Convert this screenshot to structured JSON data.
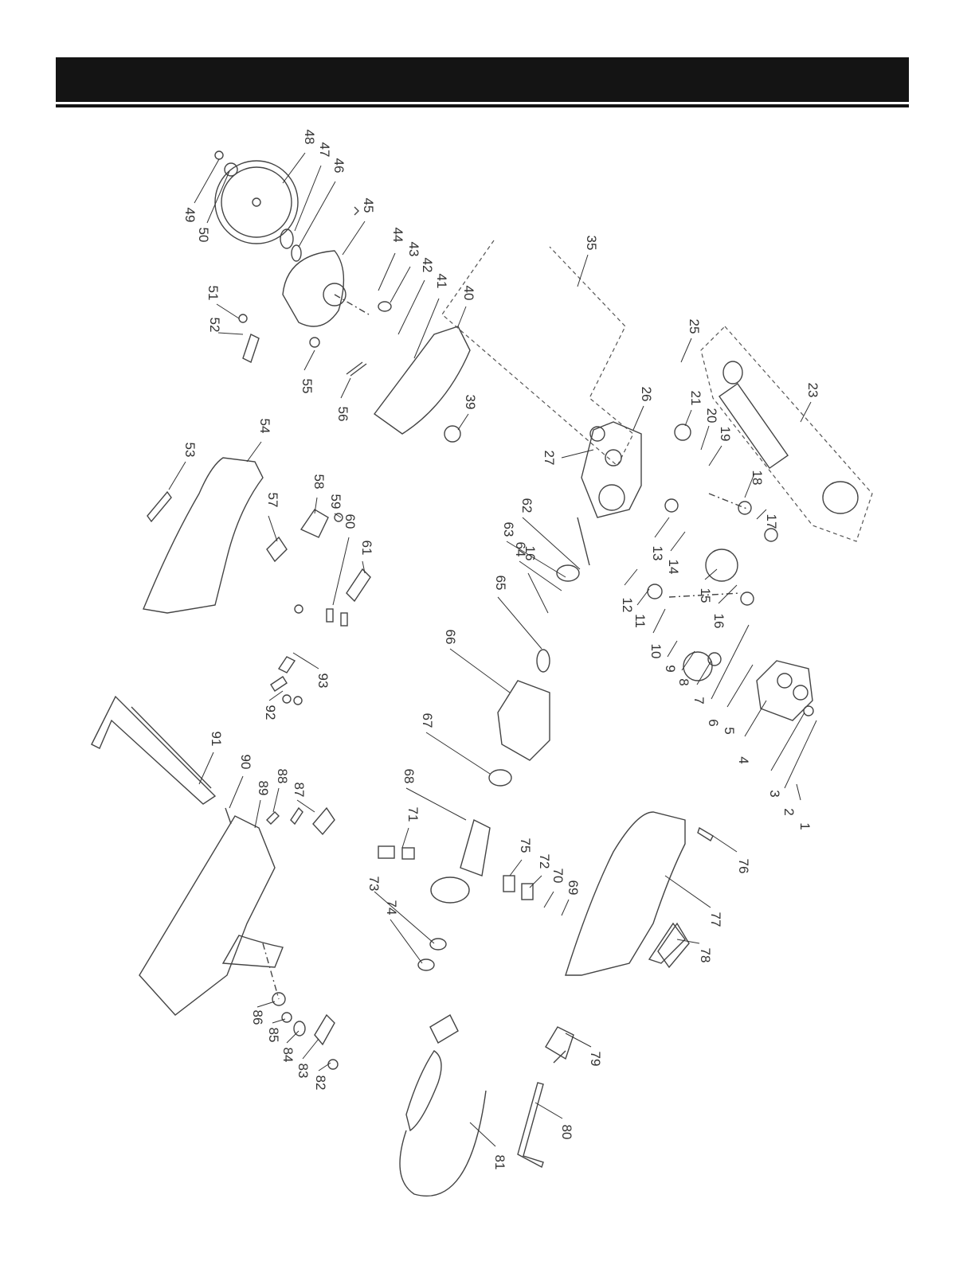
{
  "header": {
    "bar_color": "#141414"
  },
  "parts": {
    "labels": [
      "1",
      "2",
      "3",
      "4",
      "5",
      "6",
      "7",
      "8",
      "9",
      "10",
      "11",
      "12",
      "13",
      "14",
      "15",
      "16",
      "16",
      "17",
      "18",
      "19",
      "20",
      "21",
      "23",
      "25",
      "26",
      "27",
      "35",
      "39",
      "40",
      "41",
      "42",
      "43",
      "44",
      "45",
      "46",
      "47",
      "48",
      "49",
      "50",
      "51",
      "52",
      "53",
      "54",
      "55",
      "56",
      "57",
      "58",
      "59",
      "60",
      "61",
      "62",
      "63",
      "64",
      "65",
      "66",
      "67",
      "68",
      "69",
      "70",
      "71",
      "72",
      "73",
      "74",
      "75",
      "76",
      "77",
      "78",
      "79",
      "80",
      "81",
      "82",
      "83",
      "84",
      "85",
      "86",
      "87",
      "88",
      "89",
      "90",
      "91",
      "92",
      "93"
    ]
  }
}
